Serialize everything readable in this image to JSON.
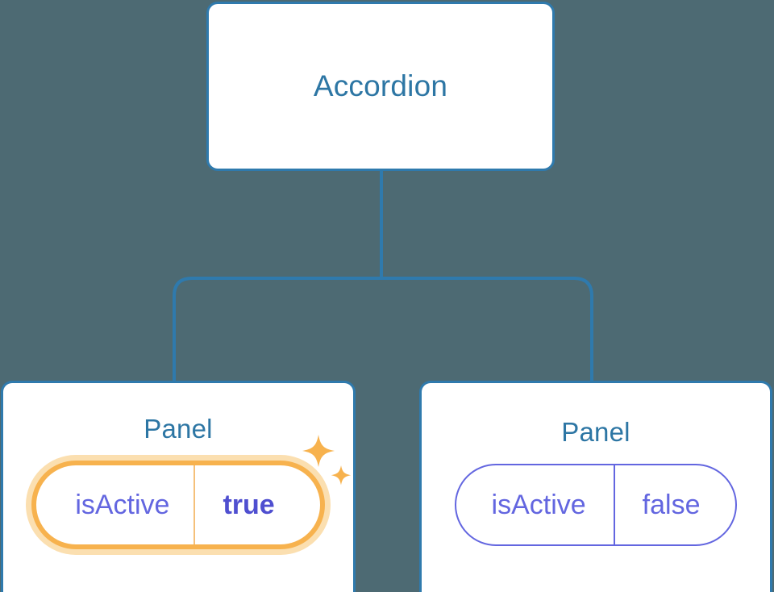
{
  "diagram": {
    "type": "component-tree",
    "background_color": "#4d6a73",
    "node_border_color": "#2f7aad",
    "node_title_color": "#2d76a4",
    "connector_color": "#2f7aad",
    "prop_color": "#6366e0",
    "highlight_color": "#f7b24e",
    "highlight_glow_color": "#fbdfb0"
  },
  "root": {
    "title": "Accordion"
  },
  "panels": [
    {
      "title": "Panel",
      "prop": {
        "key": "isActive",
        "value": "true"
      },
      "highlighted": true,
      "sparkle_icons": [
        "sparkle-large-icon",
        "sparkle-small-icon"
      ]
    },
    {
      "title": "Panel",
      "prop": {
        "key": "isActive",
        "value": "false"
      },
      "highlighted": false,
      "sparkle_icons": []
    }
  ]
}
